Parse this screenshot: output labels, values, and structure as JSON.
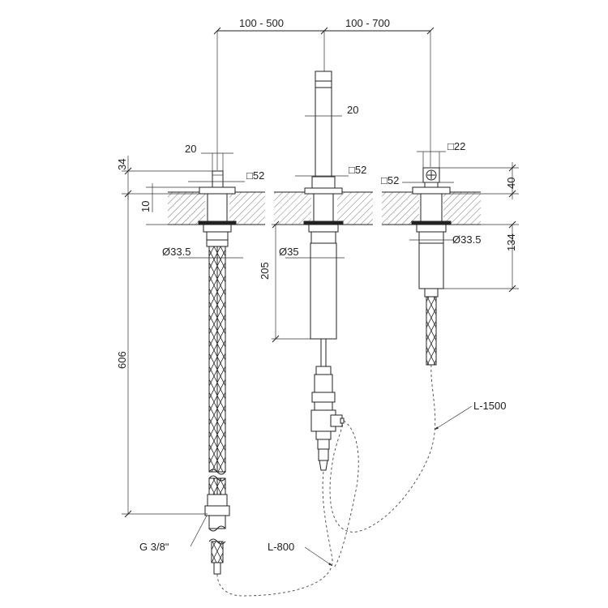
{
  "dimensions": {
    "spacing_left": "100  -  500",
    "spacing_right": "100  -  700",
    "left_stem_width": "20",
    "spout_width": "20",
    "right_handle_width": "22",
    "left_rosette": "52",
    "center_rosette": "52",
    "right_rosette": "52",
    "left_height_above": "34",
    "plate_thickness": "10",
    "right_height_above": "40",
    "left_shank_dia": "33.5",
    "center_body_dia": "35",
    "right_shank_dia": "33.5",
    "center_body_length": "205",
    "right_body_length": "134",
    "left_total_length": "606",
    "thread": "G  3/8ʺ",
    "hose_short": "L-800",
    "hose_long": "L-1500"
  },
  "symbols": {
    "square": "□",
    "diameter": "Ø"
  },
  "colors": {
    "line": "#222222",
    "background": "#ffffff",
    "hatch": "#555555"
  }
}
